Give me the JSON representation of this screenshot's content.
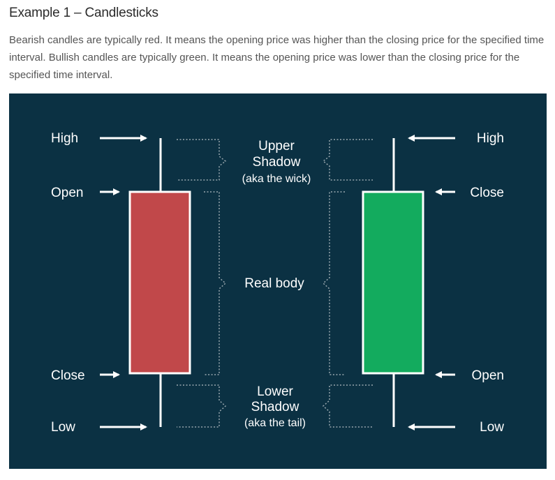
{
  "heading": "Example 1 – Candlesticks",
  "description": "Bearish candles are typically red. It means the opening price was higher than the closing price for the specified time interval. Bullish candles are typically green. It means the opening price was lower than the closing price for the specified time interval.",
  "diagram": {
    "colors": {
      "background": "#0b3143",
      "bearish": "#c1484a",
      "bullish": "#13ab5e",
      "outline": "#ffffff"
    },
    "bearish": {
      "high": "High",
      "open": "Open",
      "close": "Close",
      "low": "Low"
    },
    "bullish": {
      "high": "High",
      "close": "Close",
      "open": "Open",
      "low": "Low"
    },
    "upper_shadow": {
      "line1": "Upper",
      "line2": "Shadow",
      "line3": "(aka the wick)"
    },
    "real_body": "Real body",
    "lower_shadow": {
      "line1": "Lower",
      "line2": "Shadow",
      "line3": "(aka the tail)"
    }
  }
}
